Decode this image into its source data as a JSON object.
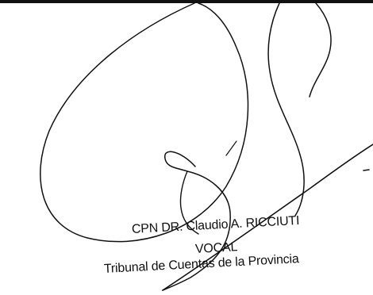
{
  "stamp": {
    "name": "CPN DR. Claudio A. RICCIUTI",
    "title": "VOCAL",
    "organization": "Tribunal de Cuentas de la Provincia"
  },
  "colors": {
    "ink": "#111111",
    "paper": "#ffffff"
  }
}
